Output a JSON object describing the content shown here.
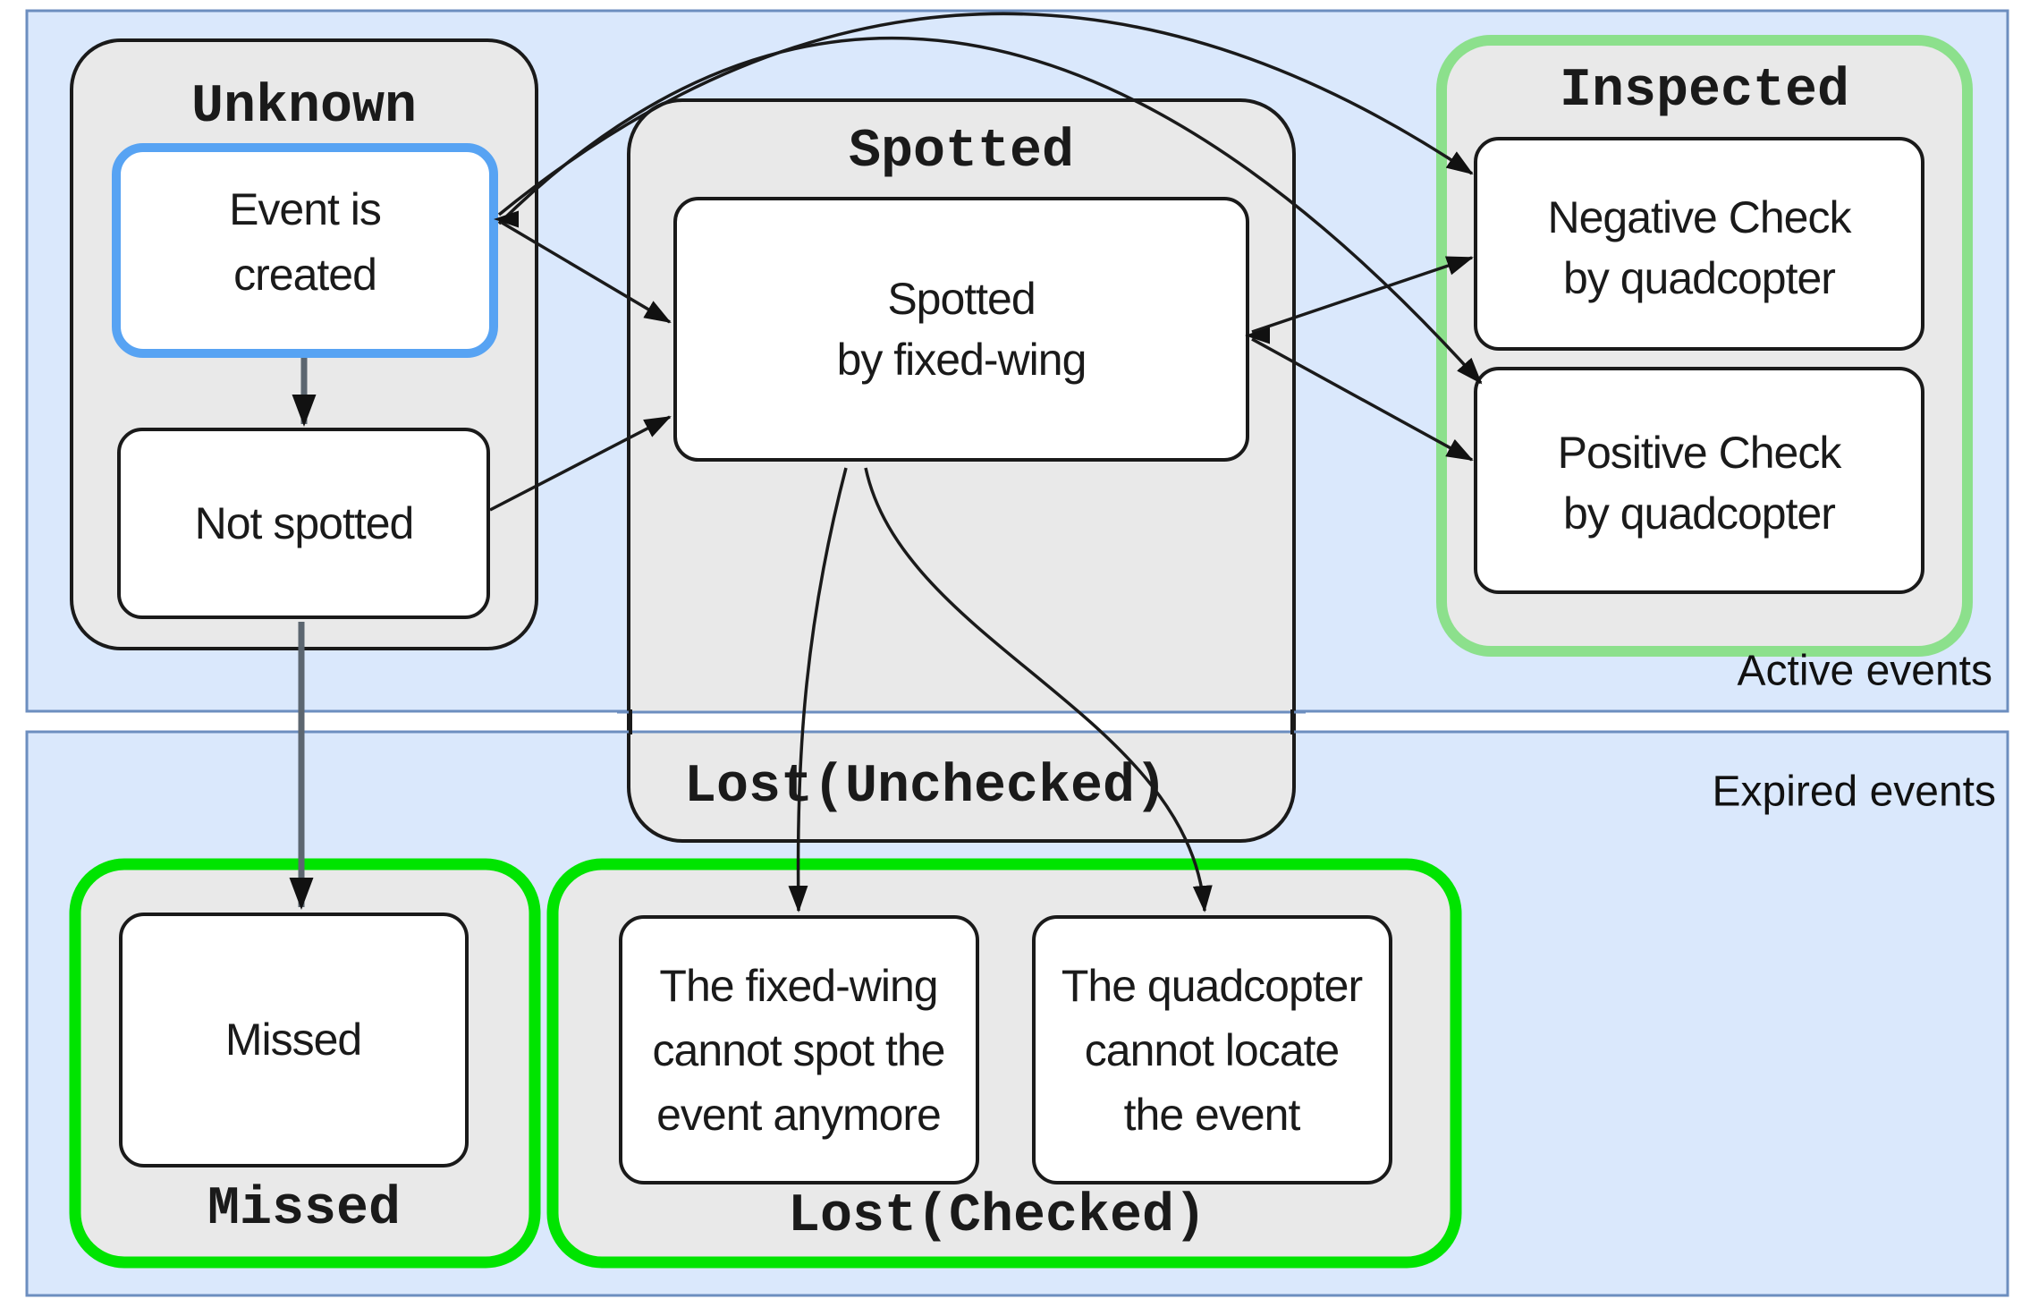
{
  "panels": {
    "active": {
      "label": "Active events"
    },
    "expired": {
      "label": "Expired events"
    }
  },
  "groups": {
    "unknown": {
      "title": "Unknown"
    },
    "spotted": {
      "title": "Spotted",
      "footer": "Lost(Unchecked)"
    },
    "inspected": {
      "title": "Inspected"
    },
    "missed": {
      "label": "Missed"
    },
    "lost_checked": {
      "label": "Lost(Checked)"
    }
  },
  "states": {
    "event_created": {
      "lines": [
        "Event is",
        "created"
      ]
    },
    "not_spotted": {
      "lines": [
        "Not spotted"
      ]
    },
    "spotted_fw": {
      "lines": [
        "Spotted",
        "by fixed-wing"
      ]
    },
    "negative_check": {
      "lines": [
        "Negative Check",
        "by quadcopter"
      ]
    },
    "positive_check": {
      "lines": [
        "Positive Check",
        "by quadcopter"
      ]
    },
    "missed": {
      "lines": [
        "Missed"
      ]
    },
    "lost_fw": {
      "lines": [
        "The fixed-wing",
        "cannot spot the",
        "event anymore"
      ]
    },
    "lost_quad": {
      "lines": [
        "The quadcopter",
        "cannot locate",
        "the event"
      ]
    }
  },
  "colors": {
    "panel_fill": "#dae8fc",
    "panel_stroke": "#6c8ebf",
    "group_fill": "#e9e9e9",
    "group_stroke": "#1a1a1a",
    "box_fill": "#ffffff",
    "box_stroke": "#1a1a1a",
    "highlight_blue": "#57a3f3",
    "light_green": "#8ce08c",
    "bright_green": "#00e400",
    "arrow_gray": "#5c6670",
    "arrow_black": "#111111"
  }
}
